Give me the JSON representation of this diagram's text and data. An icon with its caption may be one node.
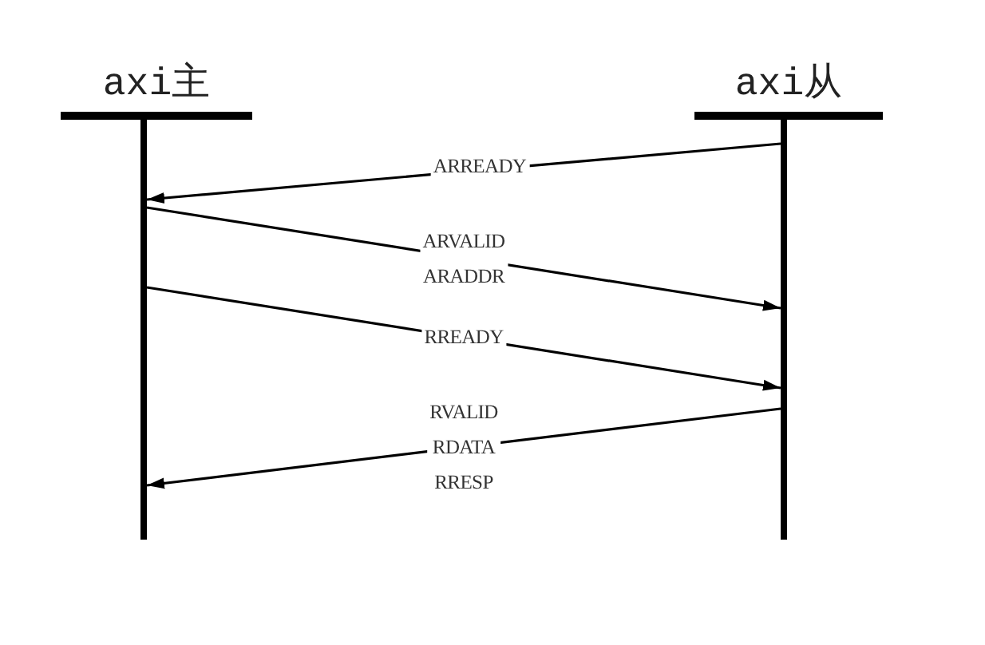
{
  "diagram": {
    "nodes": [
      {
        "text": [
          "axi主"
        ]
      },
      {
        "text": [
          "axi从"
        ]
      }
    ],
    "edges": [
      {
        "from": 1,
        "to": 0,
        "arrow": "to",
        "label": "ARREADY"
      },
      {
        "from": 0,
        "to": 1,
        "arrow": "to",
        "label": "ARVALID ARADDR"
      },
      {
        "from": 0,
        "to": 1,
        "arrow": "to",
        "label": "RREADY"
      },
      {
        "from": 1,
        "to": 0,
        "arrow": "to",
        "label": "RVALID RDATA RRESP"
      }
    ]
  }
}
